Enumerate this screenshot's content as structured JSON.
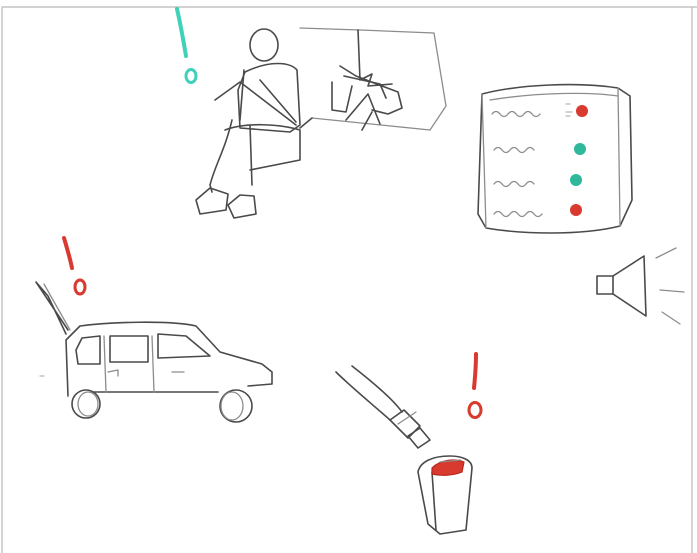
{
  "colors": {
    "paper": "#ffffff",
    "pencil": "#4a4a4a",
    "teal": "#3fd1b9",
    "teal_lamp": "#2fb89c",
    "red": "#d93a2f",
    "red_dark": "#b8251d"
  },
  "icons": {
    "alert_top": "exclamation-mark-teal",
    "alert_car": "exclamation-mark-red",
    "alert_buckle": "exclamation-mark-red",
    "speaker": "loudspeaker-icon"
  },
  "indicator_panel": {
    "lamps": [
      "red",
      "teal",
      "teal",
      "red"
    ]
  }
}
